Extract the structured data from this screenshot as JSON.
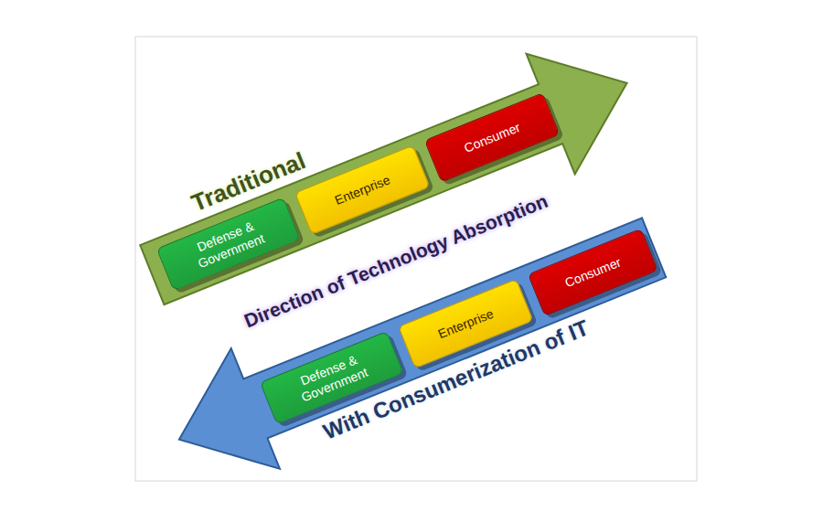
{
  "diagram": {
    "nodes": [
      {
        "text": [
          "Traditional"
        ]
      },
      {
        "text": [
          "Defense & Government"
        ],
        "in": 0
      },
      {
        "text": [
          "Enterprise"
        ],
        "in": 0
      },
      {
        "text": [
          "Consumer"
        ],
        "in": 0
      },
      {
        "text": [
          "With Consumerization of IT"
        ]
      },
      {
        "text": [
          "Defense & Government"
        ],
        "in": 4
      },
      {
        "text": [
          "Enterprise"
        ],
        "in": 4
      },
      {
        "text": [
          "Consumer"
        ],
        "in": 4
      }
    ],
    "labels": [
      "Direction of Technology Absorption"
    ]
  }
}
